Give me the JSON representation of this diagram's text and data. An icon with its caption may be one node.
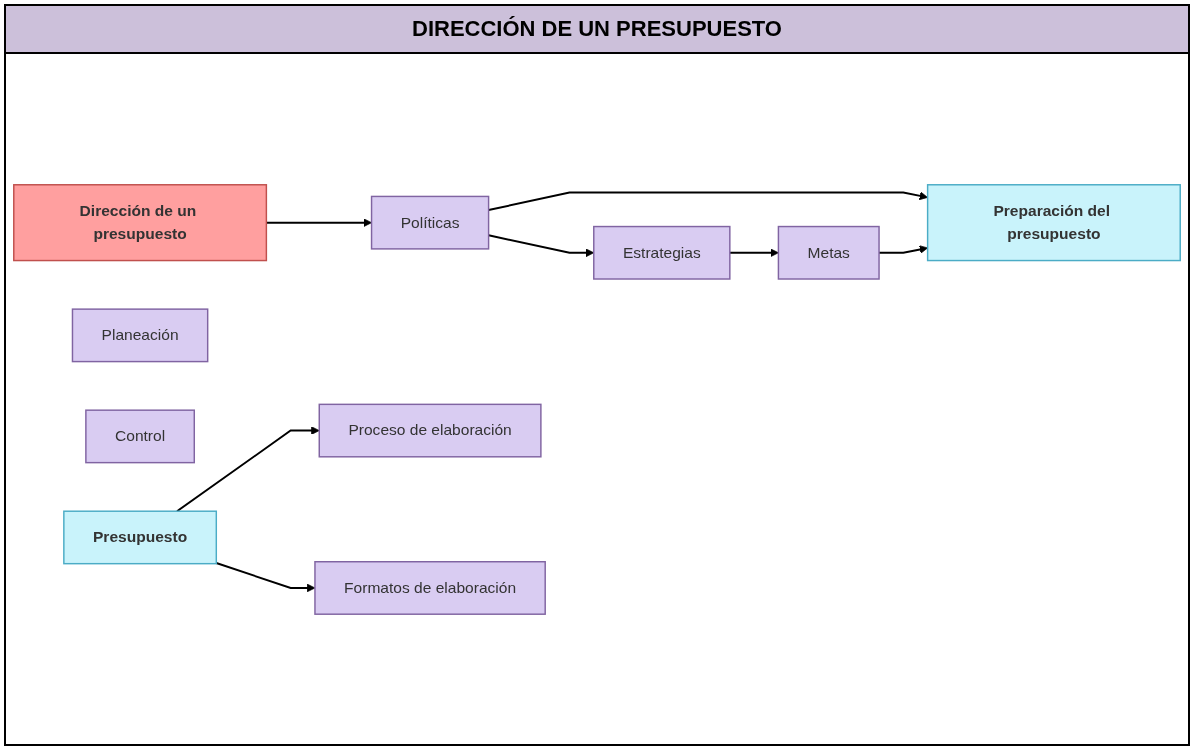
{
  "diagram": {
    "title": "DIRECCIÓN DE UN PRESUPUESTO",
    "nodes": [
      {
        "text": [
          "Dirección de un presupuesto"
        ]
      },
      {
        "text": [
          "Políticas"
        ]
      },
      {
        "text": [
          "Estrategias"
        ]
      },
      {
        "text": [
          "Metas"
        ]
      },
      {
        "text": [
          "Preparación del presupuesto"
        ]
      },
      {
        "text": [
          "Planeación"
        ]
      },
      {
        "text": [
          "Control"
        ]
      },
      {
        "text": [
          "Presupuesto"
        ]
      },
      {
        "text": [
          "Proceso de elaboración"
        ]
      },
      {
        "text": [
          "Formatos de elaboración"
        ]
      }
    ],
    "edges": [
      {
        "from": 0,
        "to": 1,
        "arrow": "to"
      },
      {
        "from": 1,
        "to": 2,
        "arrow": "to"
      },
      {
        "from": 2,
        "to": 3,
        "arrow": "to"
      },
      {
        "from": 1,
        "to": 4,
        "arrow": "to"
      },
      {
        "from": 3,
        "to": 4,
        "arrow": "to"
      },
      {
        "from": 7,
        "to": 8,
        "arrow": "to"
      },
      {
        "from": 7,
        "to": 9,
        "arrow": "to"
      }
    ]
  }
}
